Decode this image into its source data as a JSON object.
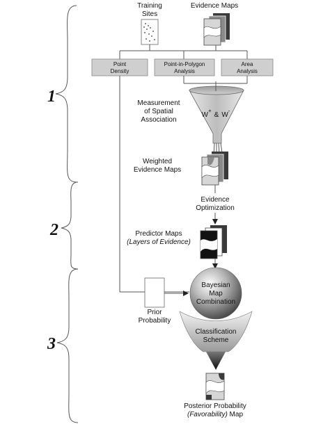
{
  "phases": [
    "1",
    "2",
    "3"
  ],
  "inputs": {
    "training_sites": [
      "Training",
      "Sites"
    ],
    "evidence_maps": "Evidence Maps"
  },
  "analysis_boxes": {
    "point_density": [
      "Point",
      "Density"
    ],
    "point_in_polygon": [
      "Point-in-Polygon",
      "Analysis"
    ],
    "area_analysis": [
      "Area",
      "Analysis"
    ]
  },
  "measurement": [
    "Measurement",
    "of Spatial",
    "Association"
  ],
  "weights": {
    "plus": "W",
    "plus_sup": "+",
    "amp": "&",
    "minus": "W",
    "minus_sup": "-"
  },
  "weighted_evidence": [
    "Weighted",
    "Evidence Maps"
  ],
  "evidence_optimization": [
    "Evidence",
    "Optimization"
  ],
  "predictor_maps": {
    "line1": "Predictor Maps",
    "line2": "(Layers of Evidence)"
  },
  "bayesian": [
    "Bayesian",
    "Map",
    "Combination"
  ],
  "prior_probability": [
    "Prior",
    "Probability"
  ],
  "classification": [
    "Classification",
    "Scheme"
  ],
  "posterior": {
    "line1": "Posterior Probability",
    "line2_italic": "(Favorability)",
    "line2_rest": " Map"
  },
  "colors": {
    "box_fill": "#cfcfcf",
    "dark": "#3a3a3a",
    "mid": "#8a8a8a",
    "light": "#d6d6d6"
  }
}
